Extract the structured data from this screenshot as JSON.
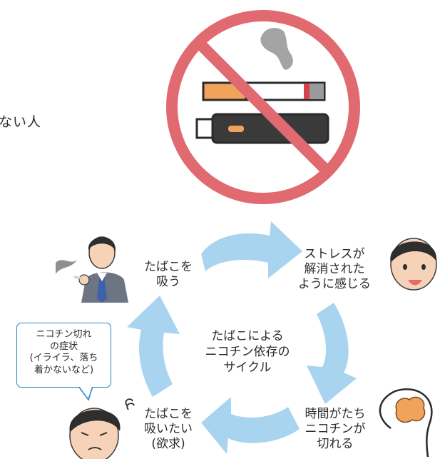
{
  "side_text": "ない人",
  "cycle": {
    "smoke": [
      "たばこを",
      "吸う"
    ],
    "relief": [
      "ストレスが",
      "解消された",
      "ように感じる"
    ],
    "time": [
      "時間がたち",
      "ニコチンが",
      "切れる"
    ],
    "craving": [
      "たばこを",
      "吸いたい",
      "(欲求)"
    ],
    "center": [
      "たばこによる",
      "ニコチン依存の",
      "サイクル"
    ]
  },
  "bubble": [
    "ニコチン切れ",
    "の症状",
    "(イライラ、落ち",
    "着かないなど)"
  ],
  "colors": {
    "prohibition_red": "#e06a70",
    "arrow_blue": "#a9d4ef",
    "bubble_border": "#2a86c7",
    "cigarette_filter": "#f0a35a",
    "heated_device": "#3a3a3a",
    "brain": "#f0a35a"
  },
  "icons": [
    "no-smoking-icon",
    "cigarette-icon",
    "heated-tobacco-icon",
    "smoke-icon",
    "brain-icon"
  ]
}
